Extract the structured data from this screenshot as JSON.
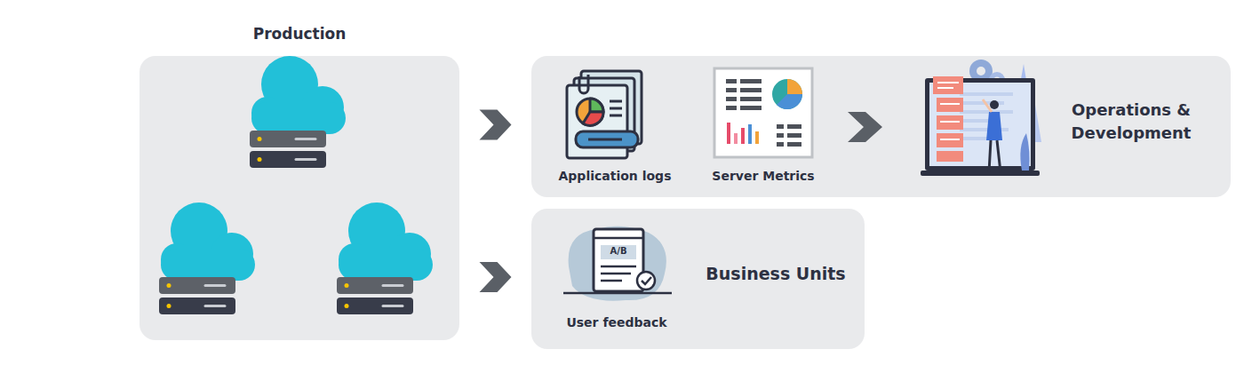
{
  "diagram": {
    "nodes": [
      {
        "text": [
          "Production"
        ]
      },
      {
        "text": [
          "Operations & Development"
        ]
      },
      {
        "text": [
          "Business Units"
        ]
      }
    ],
    "edges": [
      {
        "from": 0,
        "to": 1,
        "arrow": "to"
      },
      {
        "from": 0,
        "to": 2,
        "arrow": "to"
      }
    ],
    "labels": [
      "Application logs",
      "Server Metrics",
      "User feedback",
      "A/B"
    ]
  }
}
